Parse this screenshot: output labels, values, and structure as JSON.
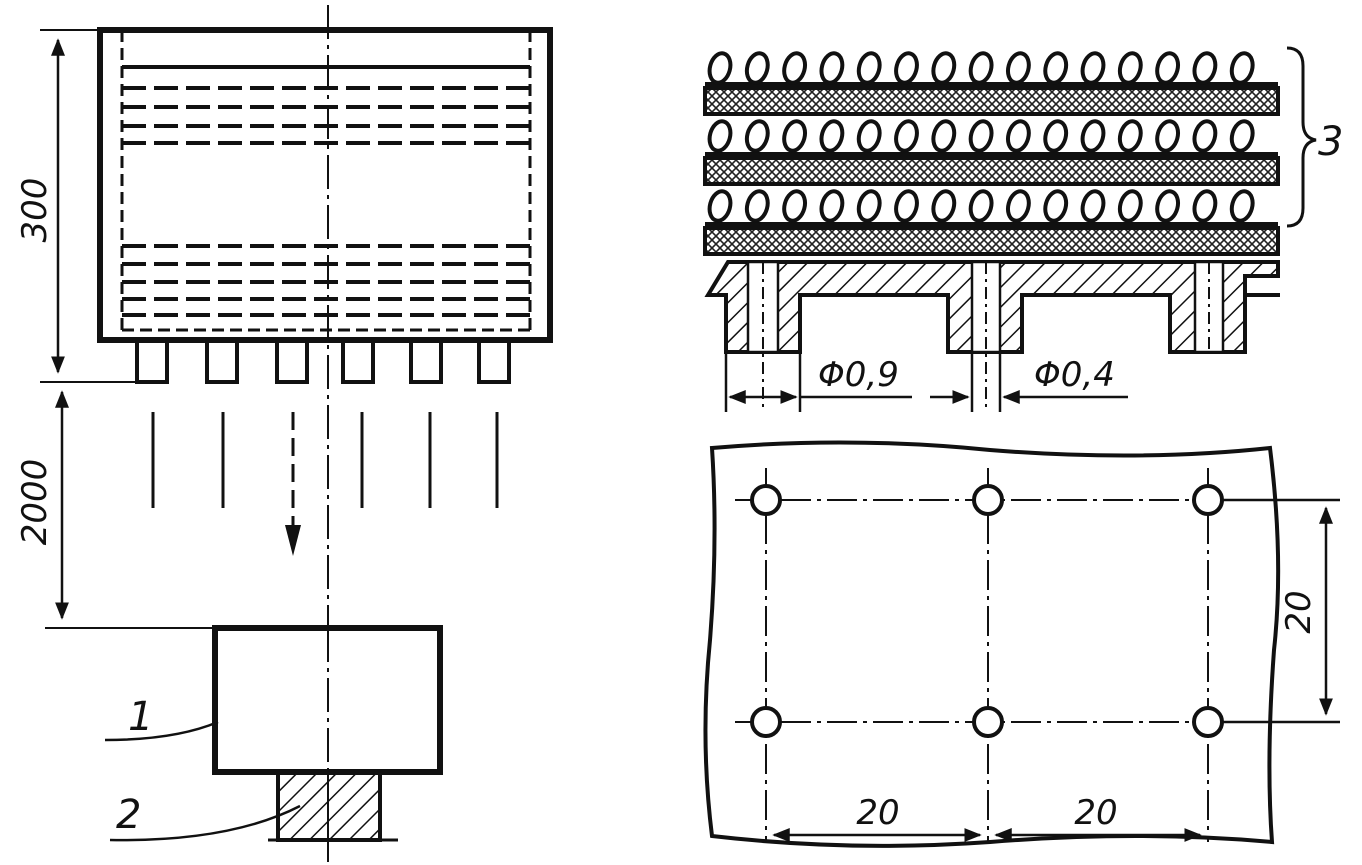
{
  "dimensions": {
    "tank_height": "300",
    "drop_height": "2000",
    "hole_pitch_x_left": "20",
    "hole_pitch_x_right": "20",
    "hole_pitch_y": "20",
    "diameter_outer": "Φ0,9",
    "diameter_inner": "Φ0,4"
  },
  "callouts": {
    "target_block": "1",
    "base_hatched": "2",
    "filter_layers": "3"
  },
  "colors": {
    "ink": "#111111",
    "mesh": "#222222",
    "background": "#ffffff"
  }
}
